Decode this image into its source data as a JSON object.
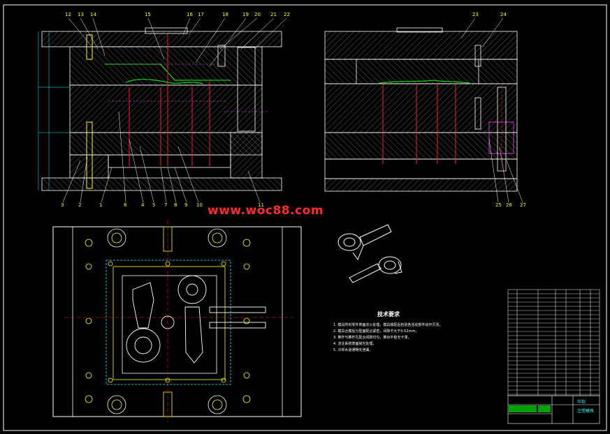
{
  "watermark": "www.woc88.com",
  "notes": {
    "title": "技术要求",
    "lines": [
      "1. 模具所有零件表面淬火处理，模具装配后检验各活动部件动作灵活，",
      "2. 模具合模后分型面配合紧密，间隙不大于0.02mm，",
      "3. 推杆与推杆孔配合间隙均匀，推出平稳无卡滞，",
      "4. 浇注系统表面抛光处理，",
      "5. 冷却水道通畅无泄漏，"
    ]
  },
  "callouts_top": [
    "12",
    "13",
    "14",
    "15",
    "16",
    "17",
    "18",
    "19",
    "20",
    "21",
    "22",
    "23",
    "24"
  ],
  "callouts_bottom": [
    "3",
    "2",
    "1",
    "6",
    "4",
    "5",
    "7",
    "8",
    "9",
    "10",
    "11",
    "25",
    "26",
    "27"
  ],
  "title_block": {
    "company": "华软",
    "name": "注塑模具"
  },
  "colors": {
    "frame": "#ffffff",
    "line": "#ffffff",
    "cyan": "#00ffff",
    "green": "#00ff00",
    "red": "#ff2020",
    "yellow": "#ffff00",
    "magenta": "#ff40ff"
  }
}
